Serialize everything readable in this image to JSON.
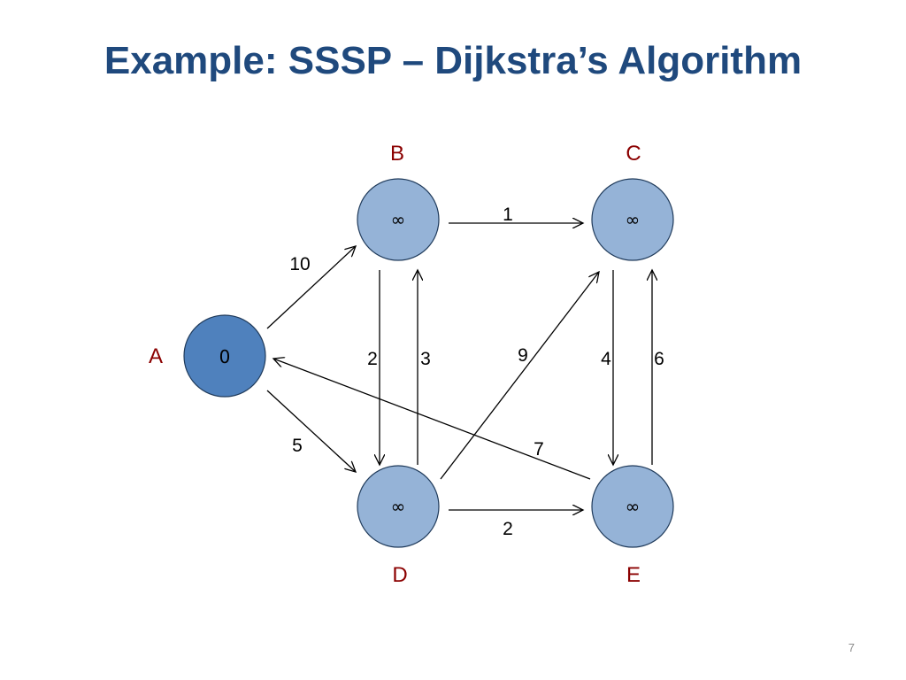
{
  "slide": {
    "title": "Example: SSSP – Dijkstra’s Algorithm",
    "page_number": "7"
  },
  "colors": {
    "title": "#1f497d",
    "source_node_fill": "#4f81bd",
    "node_fill": "#95b3d7",
    "node_stroke": "#1f3a5a",
    "node_label": "#8b0000",
    "edge": "#000000"
  },
  "graph": {
    "nodes": [
      {
        "id": "A",
        "label": "A",
        "value": "0",
        "source": true
      },
      {
        "id": "B",
        "label": "B",
        "value": "∞",
        "source": false
      },
      {
        "id": "C",
        "label": "C",
        "value": "∞",
        "source": false
      },
      {
        "id": "D",
        "label": "D",
        "value": "∞",
        "source": false
      },
      {
        "id": "E",
        "label": "E",
        "value": "∞",
        "source": false
      }
    ],
    "edges": [
      {
        "from": "A",
        "to": "B",
        "weight": "10"
      },
      {
        "from": "A",
        "to": "D",
        "weight": "5"
      },
      {
        "from": "B",
        "to": "C",
        "weight": "1"
      },
      {
        "from": "B",
        "to": "D",
        "weight": "2"
      },
      {
        "from": "D",
        "to": "B",
        "weight": "3"
      },
      {
        "from": "D",
        "to": "C",
        "weight": "9"
      },
      {
        "from": "C",
        "to": "E",
        "weight": "4"
      },
      {
        "from": "E",
        "to": "C",
        "weight": "6"
      },
      {
        "from": "E",
        "to": "A",
        "weight": "7"
      },
      {
        "from": "D",
        "to": "E",
        "weight": "2"
      }
    ]
  }
}
